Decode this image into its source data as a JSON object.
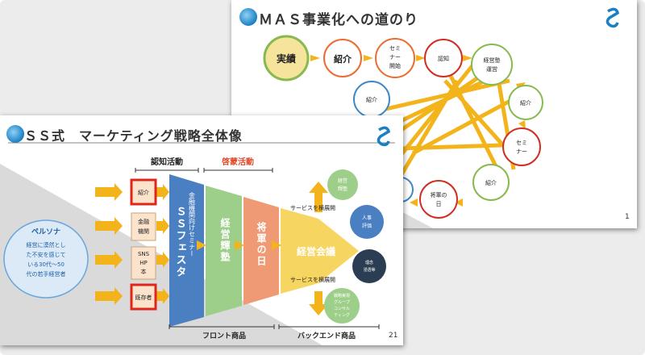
{
  "back_slide": {
    "title": "ＭＡＳ事業化への道のり",
    "page_number": "1",
    "nodes": {
      "jisseki": "実績",
      "shokai1": "紹介",
      "seminar_kaisai": [
        "セミ",
        "ナー",
        "開始"
      ],
      "ninchi": "認知",
      "keieijuku": [
        "経営塾",
        "運営"
      ],
      "shokai2": "紹介",
      "shokai_left": "紹介",
      "seminar2": [
        "セミ",
        "ナー"
      ],
      "shokai3": "紹介",
      "shogun": [
        "将軍の",
        "日"
      ]
    }
  },
  "front_slide": {
    "title": "ＳＳ式　マーケティング戦略全体像",
    "page_number": "21",
    "section_ninchi": "認知活動",
    "section_keimo": "啓蒙活動",
    "persona_title": "ペルソナ",
    "persona_lines": [
      "経営に漠然とし",
      "た不安を感じて",
      "いる30代～50",
      "代の若手経営者"
    ],
    "channels": [
      [
        "紹介"
      ],
      [
        "金融",
        "機関"
      ],
      [
        "SNS",
        "HP",
        "本"
      ],
      [
        "既存者"
      ]
    ],
    "funnel_seminar": "金融機関向けセミナー",
    "funnel_ssfesta": "ＳＳフェスタ",
    "funnel_keieijuku": "経営輝塾",
    "funnel_shogun": "将軍の日",
    "funnel_keieikaigi": "経営会議",
    "service_up": "サービスを横展開",
    "service_down": "サービスを横展開",
    "circles": [
      [
        "経営",
        "輝塾"
      ],
      [
        "人事",
        "評価"
      ],
      [
        "理念",
        "浸透等"
      ],
      [
        "戦略実現",
        "グループ",
        "コンサル",
        "ティング"
      ]
    ],
    "front_label": "フロント商品",
    "back_label": "バックエンド商品"
  },
  "colors": {
    "arrow": "#f3b41b",
    "red_border": "#e0251b",
    "blue": "#4a7fc1",
    "green": "#9ecf8a",
    "orange": "#ef9a74",
    "yellow": "#f6d561",
    "navy": "#2b3d52",
    "keimo_red": "#e24a2b"
  }
}
